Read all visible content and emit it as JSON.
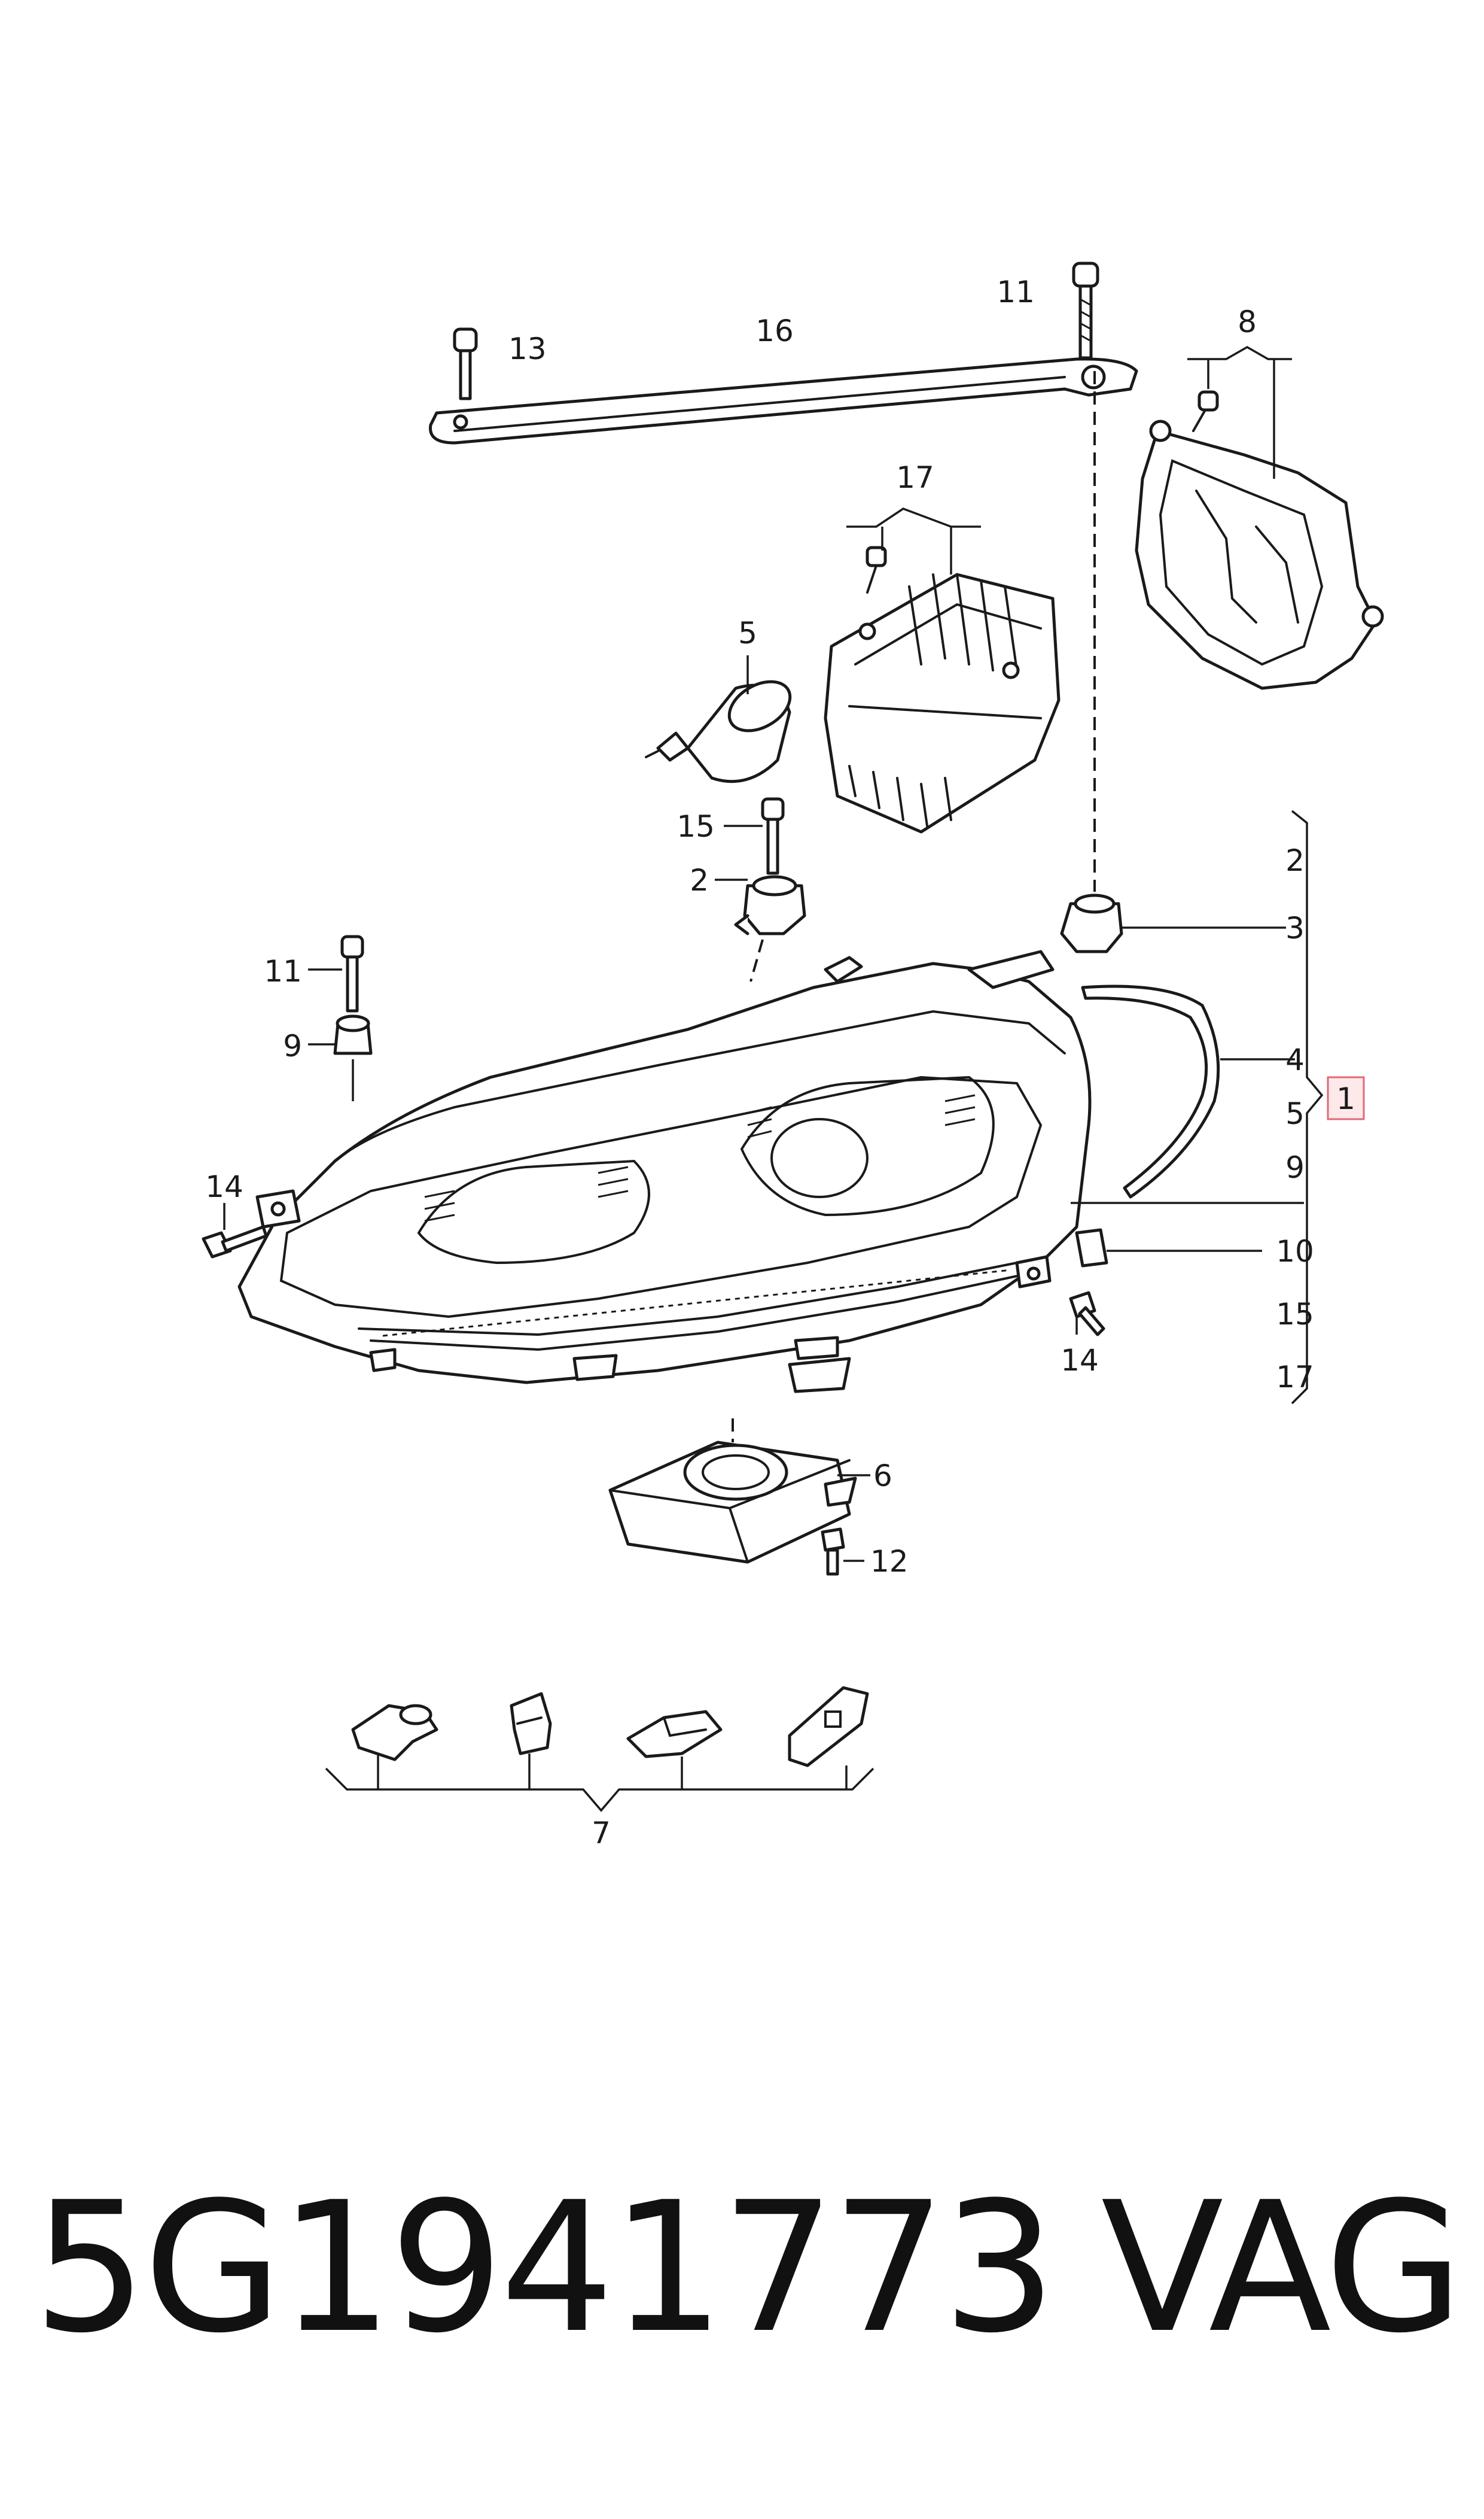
{
  "labels": {
    "l1": "1",
    "l2a": "2",
    "l2b": "2",
    "l3": "3",
    "l4": "4",
    "l5a": "5",
    "l5b": "5",
    "l6": "6",
    "l7": "7",
    "l8": "8",
    "l9a": "9",
    "l9b": "9",
    "l10": "10",
    "l11a": "11",
    "l11b": "11",
    "l12": "12",
    "l13": "13",
    "l14a": "14",
    "l14b": "14",
    "l15a": "15",
    "l15b": "15",
    "l16": "16",
    "l17a": "17",
    "l17b": "17"
  },
  "footer": {
    "part_number": "5G1941773",
    "brand": "VAG"
  },
  "colors": {
    "line": "#1a1a1a",
    "highlight_box_fill": "#fde8ea",
    "highlight_box_stroke": "#e06a78"
  }
}
